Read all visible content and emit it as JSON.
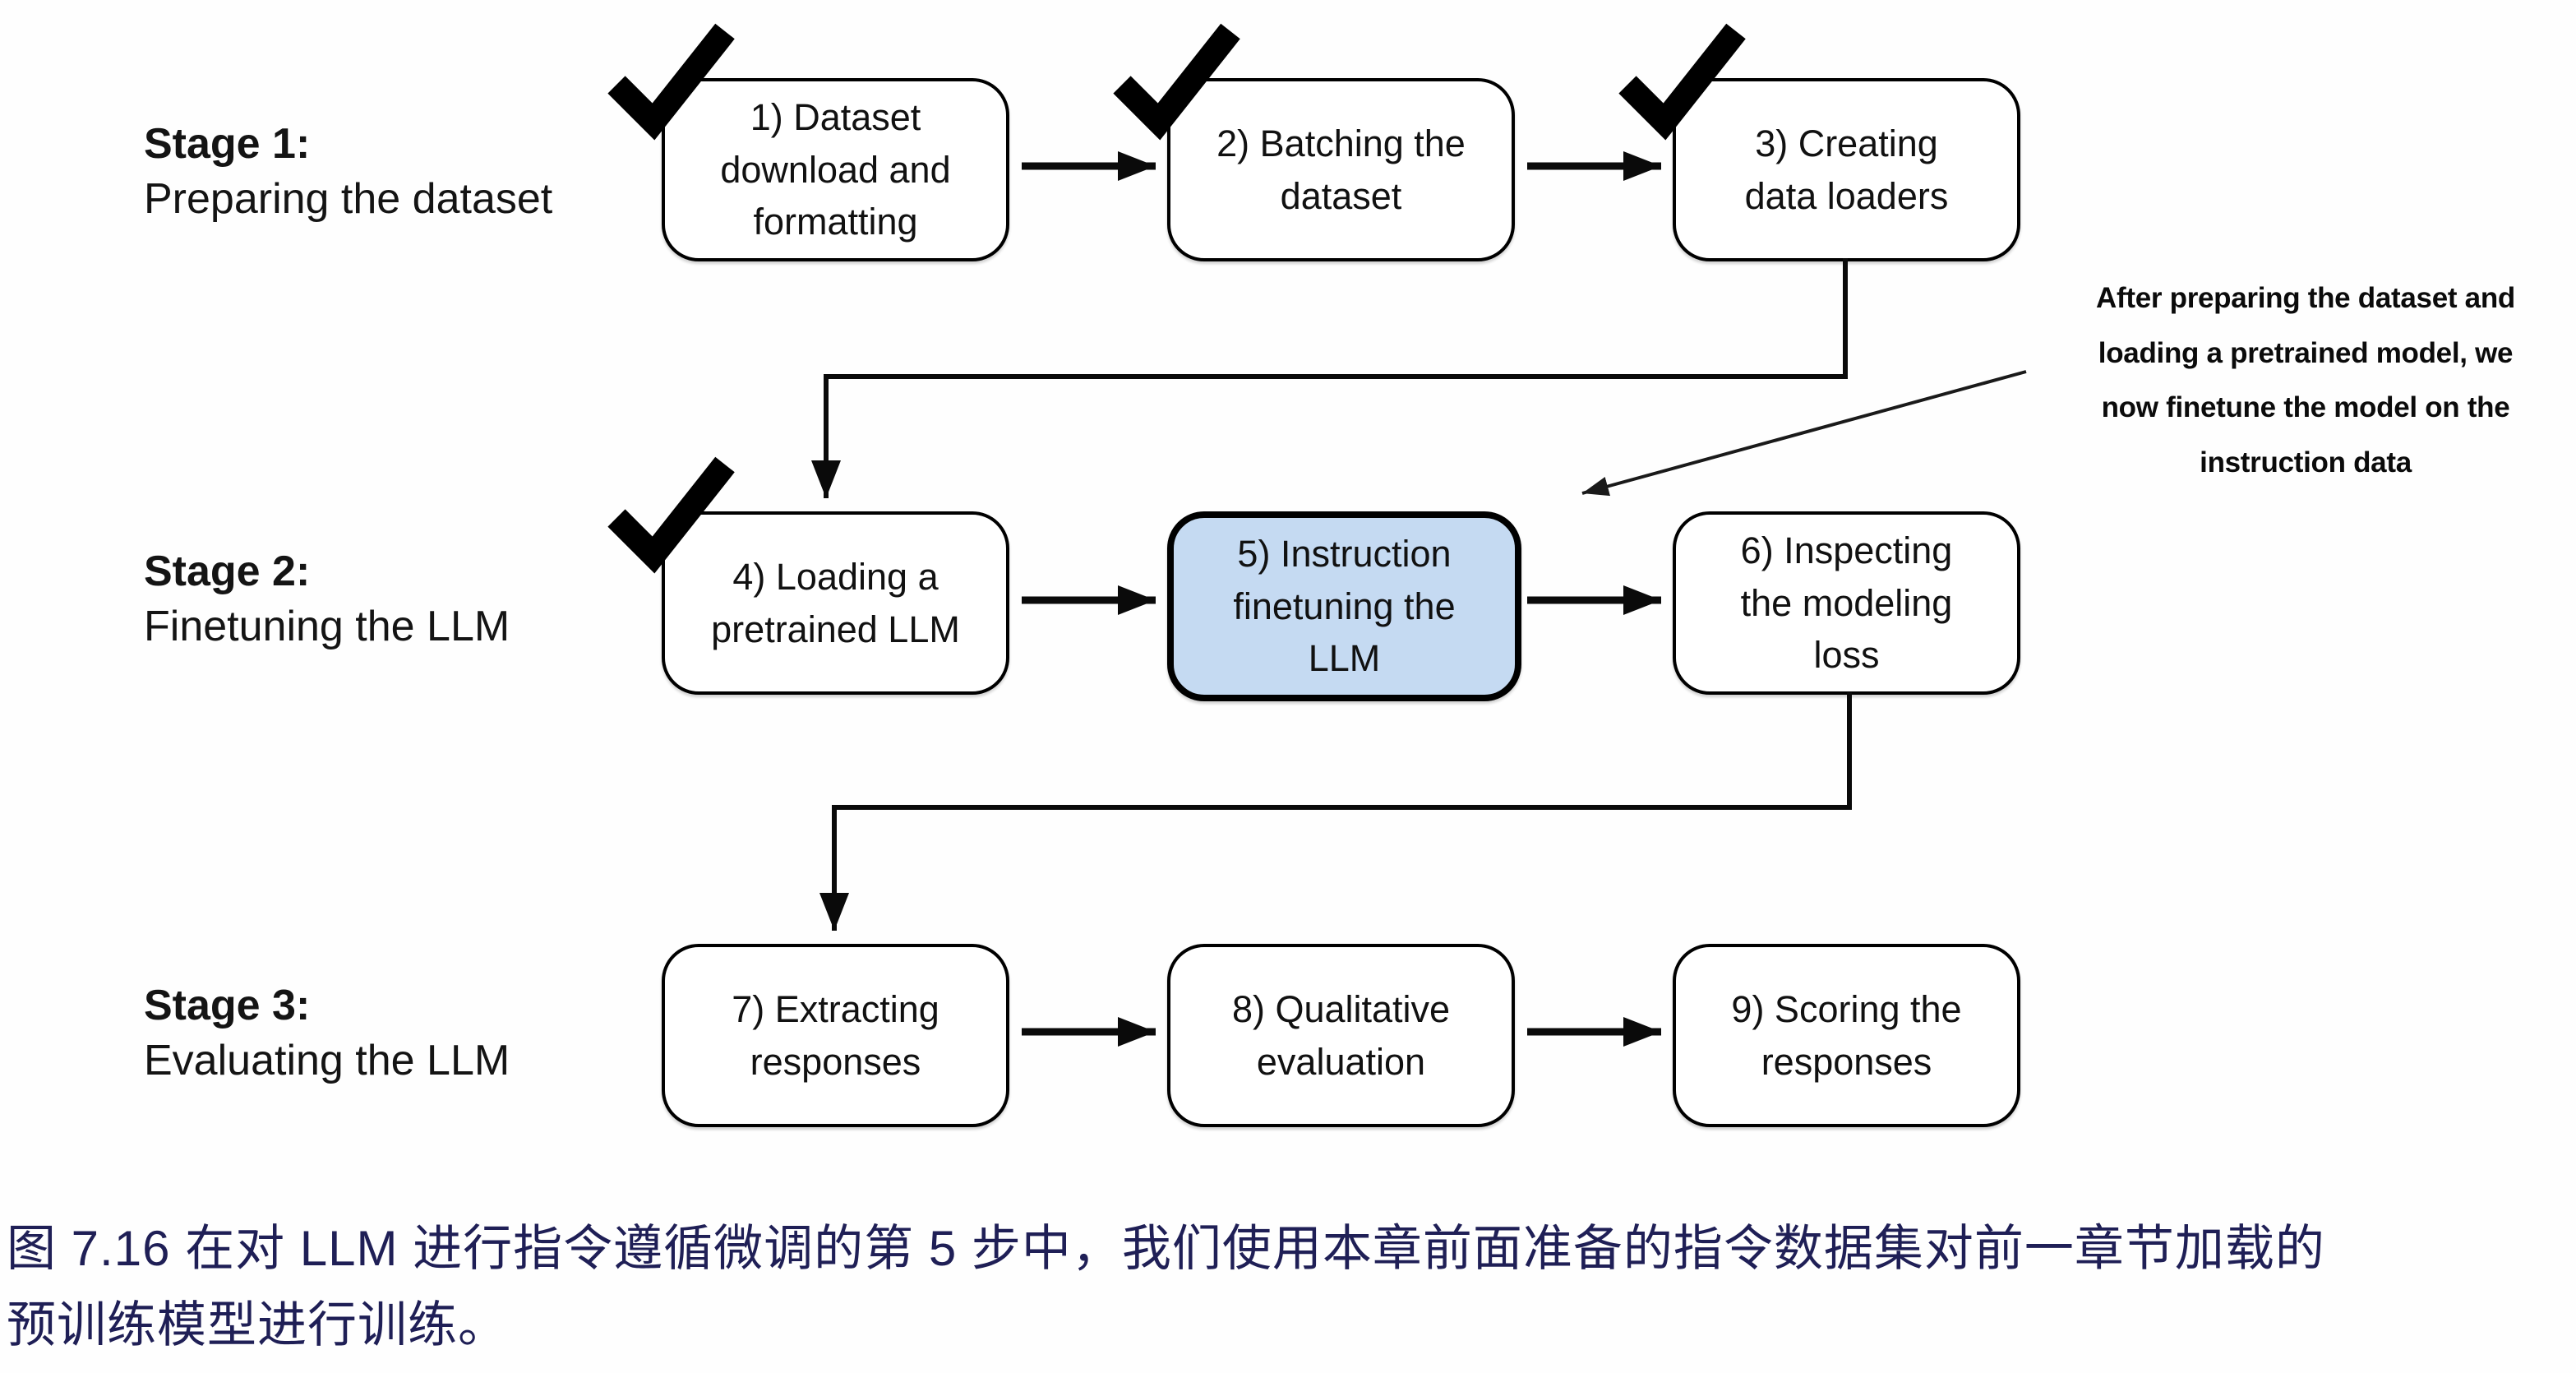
{
  "figure": {
    "stages": [
      {
        "title": "Stage 1:",
        "subtitle": "Preparing the dataset"
      },
      {
        "title": "Stage 2:",
        "subtitle": "Finetuning the LLM"
      },
      {
        "title": "Stage 3:",
        "subtitle": "Evaluating the LLM"
      }
    ],
    "boxes": [
      {
        "label": "1) Dataset\ndownload and\nformatting",
        "checked": true,
        "highlighted": false
      },
      {
        "label": "2) Batching the\ndataset",
        "checked": true,
        "highlighted": false
      },
      {
        "label": "3) Creating\ndata loaders",
        "checked": true,
        "highlighted": false
      },
      {
        "label": "4) Loading a\npretrained LLM",
        "checked": true,
        "highlighted": false
      },
      {
        "label": "5) Instruction\nfinetuning the\nLLM",
        "checked": false,
        "highlighted": true
      },
      {
        "label": "6) Inspecting\nthe modeling\nloss",
        "checked": false,
        "highlighted": false
      },
      {
        "label": "7) Extracting\nresponses",
        "checked": false,
        "highlighted": false
      },
      {
        "label": "8) Qualitative\nevaluation",
        "checked": false,
        "highlighted": false
      },
      {
        "label": "9) Scoring the\nresponses",
        "checked": false,
        "highlighted": false
      }
    ],
    "annotation": "After preparing the dataset and\nloading a pretrained model, we\nnow finetune the model on the\ninstruction data",
    "caption": "图 7.16 在对 LLM 进行指令遵循微调的第 5 步中，我们使用本章前面准备的指令数据集对前一章节加载的\n预训练模型进行训练。"
  },
  "icons": {
    "checkmark": "✓",
    "arrow_right": "→"
  },
  "colors": {
    "highlight_fill": "#c5daf2",
    "box_border": "#000000",
    "caption_text": "#1f1f56"
  }
}
